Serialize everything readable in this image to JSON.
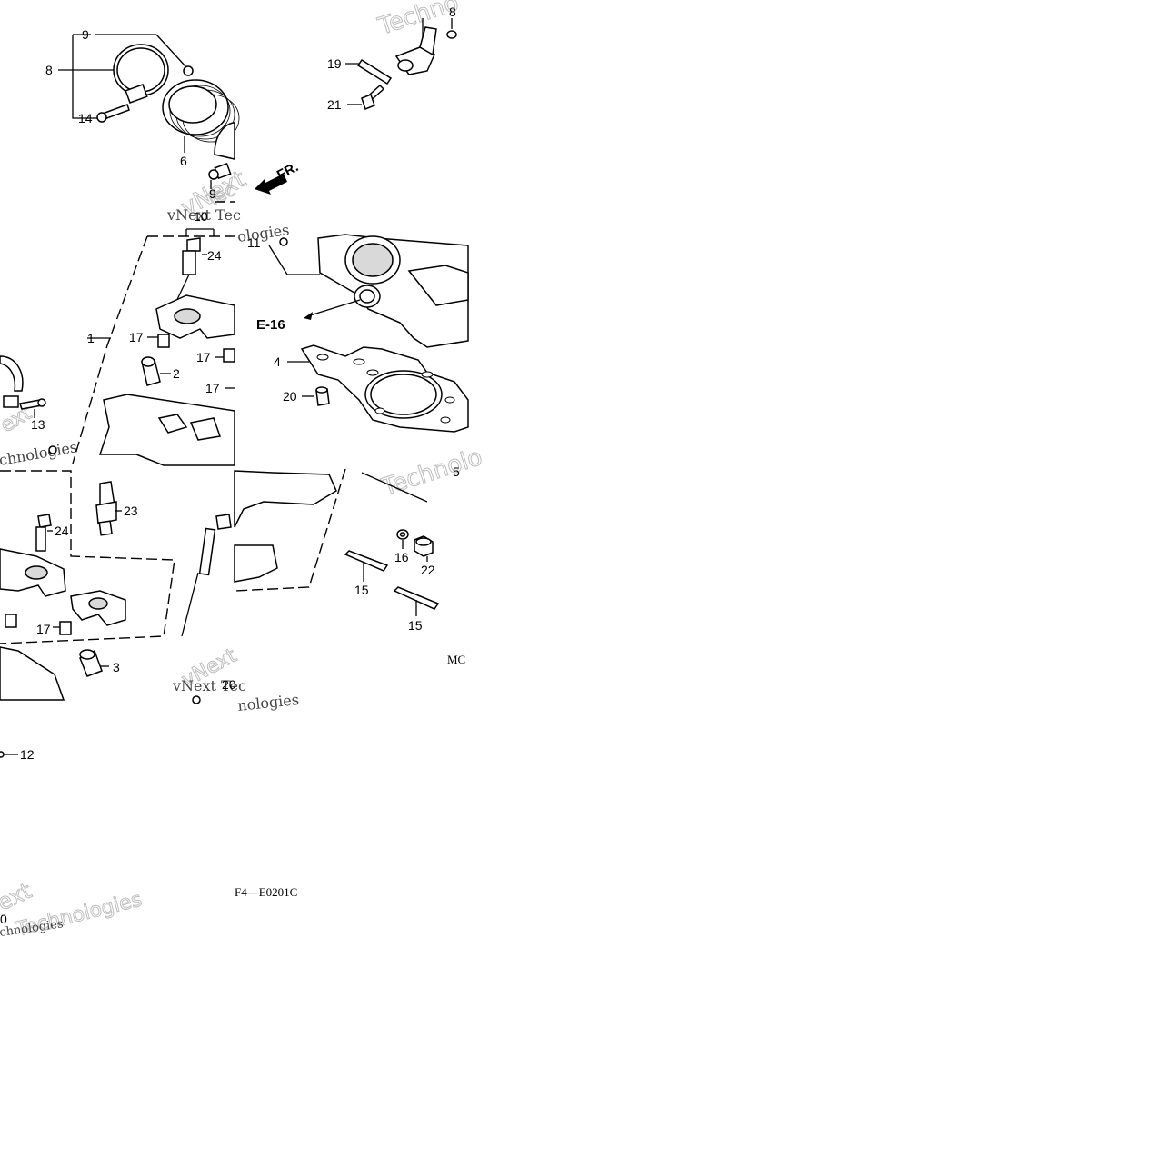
{
  "diagram": {
    "code": "F4—E0201C",
    "model_fragment": "MC",
    "reference": "E-16",
    "front_label": "FR.",
    "callouts": {
      "c1": "1",
      "c2": "2",
      "c3": "3",
      "c4": "4",
      "c5": "5",
      "c6": "6",
      "c8a": "8",
      "c8b": "8",
      "c9a": "9",
      "c9b": "9",
      "c10": "10",
      "c11": "11",
      "c12": "12",
      "c13": "13",
      "c14": "14",
      "c15a": "15",
      "c15b": "15",
      "c16": "16",
      "c17a": "17",
      "c17b": "17",
      "c17c": "17",
      "c17d": "17",
      "c19": "19",
      "c20a": "20",
      "c20b": "20",
      "c21": "21",
      "c22": "22",
      "c23": "23",
      "c24a": "24",
      "c24b": "24",
      "c0": "0"
    },
    "watermarks": {
      "w1": "Techno",
      "w2": "vNext",
      "w3": "Tec",
      "w4": "vNext Tec",
      "w5": "ologies",
      "w6": "ext",
      "w7": "chnologies",
      "w8": "Technolo",
      "w9": "vNext",
      "w10": "vNext Tec",
      "w11": "nologies",
      "w12": "ext",
      "w13": "Technologies",
      "w14": "chnologies"
    },
    "colors": {
      "ink": "#000000",
      "paper": "#ffffff",
      "watermark": "#bdbdbd"
    }
  }
}
